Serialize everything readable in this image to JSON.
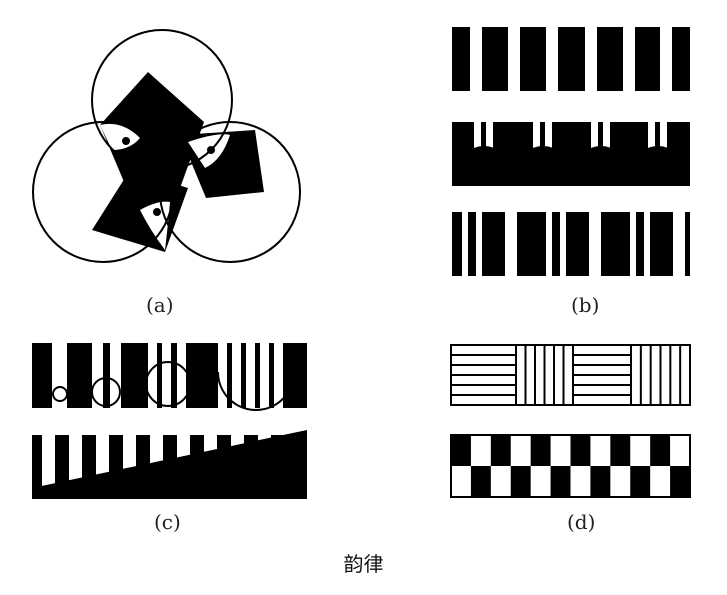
{
  "labels": {
    "a": "(a)",
    "b": "(b)",
    "c": "(c)",
    "d": "(d)"
  },
  "caption": "韵律",
  "colors": {
    "ink": "#000000",
    "paper": "#ffffff"
  }
}
